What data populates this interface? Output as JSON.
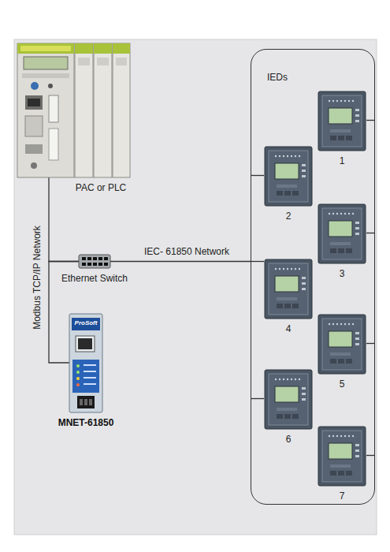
{
  "diagram": {
    "nodes": [
      {
        "text": [
          "PAC or PLC"
        ]
      },
      {
        "text": [
          "Ethernet Switch"
        ]
      },
      {
        "text": [
          "ProSoft",
          "MNET-61850"
        ]
      },
      {
        "text": [
          "IEDs"
        ]
      },
      {
        "text": [
          "1"
        ],
        "in": 3
      },
      {
        "text": [
          "2"
        ],
        "in": 3
      },
      {
        "text": [
          "3"
        ],
        "in": 3
      },
      {
        "text": [
          "4"
        ],
        "in": 3
      },
      {
        "text": [
          "5"
        ],
        "in": 3
      },
      {
        "text": [
          "6"
        ],
        "in": 3
      },
      {
        "text": [
          "7"
        ],
        "in": 3
      }
    ],
    "edges": [
      {
        "from": 0,
        "to": 1,
        "arrow": "none"
      },
      {
        "from": 1,
        "to": 2,
        "arrow": "none"
      },
      {
        "from": 1,
        "to": 3,
        "label": "IEC- 61850 Network",
        "arrow": "none"
      }
    ],
    "labels": [
      "Modbus TCP/IP Network"
    ]
  }
}
